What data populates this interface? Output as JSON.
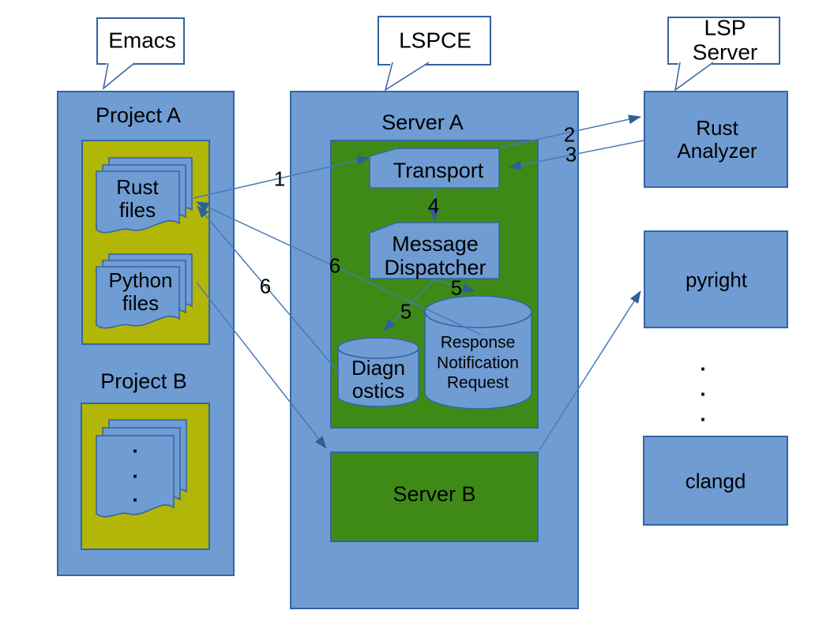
{
  "colors": {
    "shape_fill_blue": "#6f9cd3",
    "shape_border_blue": "#3465a4",
    "project_fill_yellow": "#b2b607",
    "server_fill_green": "#3f8a17",
    "connector_blue": "#4a79b8",
    "arrowhead_blue": "#2e5f99",
    "callout_bg": "#ffffff",
    "text": "#000000"
  },
  "callouts": {
    "emacs": "Emacs",
    "lspce": "LSPCE",
    "lsp_server": "LSP Server"
  },
  "emacs_pane": {
    "project_a": {
      "title": "Project A",
      "rust_files": "Rust\nfiles",
      "python_files": "Python\nfiles"
    },
    "project_b": {
      "title": "Project B",
      "dots": [
        ".",
        ".",
        "."
      ]
    }
  },
  "lspce_pane": {
    "server_a": {
      "title": "Server A",
      "transport": "Transport",
      "message_dispatcher": "Message\nDispatcher",
      "diagnostics_store": "Diagn\nostics",
      "message_store": "Response\nNotification\nRequest"
    },
    "server_b": {
      "title": "Server B"
    }
  },
  "lsp_server_pane": {
    "rust_analyzer": "Rust\nAnalyzer",
    "pyright": "pyright",
    "dots": [
      ".",
      ".",
      "."
    ],
    "clangd": "clangd"
  },
  "connector_labels": {
    "file_to_transport": "1",
    "transport_to_rust_analyzer": "2",
    "rust_analyzer_to_transport": "3",
    "transport_to_dispatcher": "4",
    "dispatcher_to_diagnostics": "5",
    "dispatcher_to_store": "5",
    "store_to_files": "6",
    "diagnostics_to_files": "6"
  }
}
